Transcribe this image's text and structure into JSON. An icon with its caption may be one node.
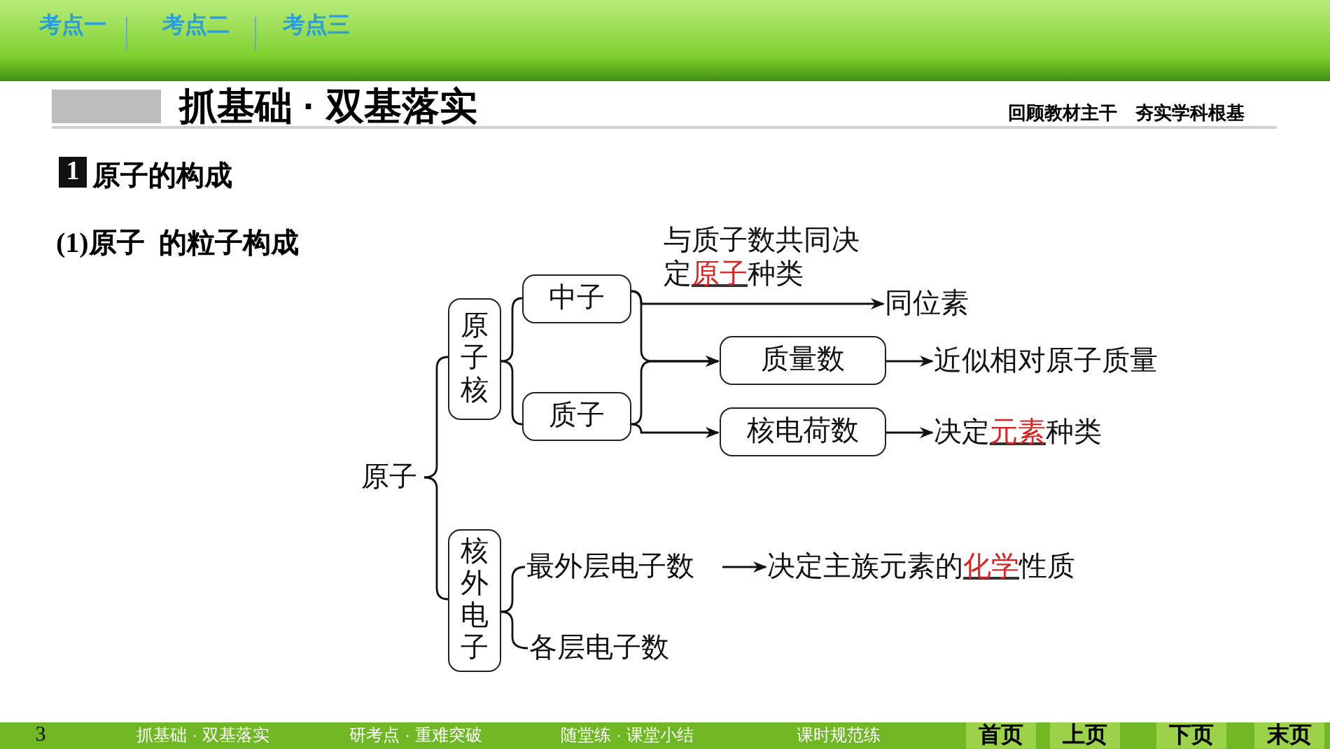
{
  "diagram": {
    "nodes": [
      {
        "text": [
          "原子"
        ]
      },
      {
        "text": [
          "原子核"
        ]
      },
      {
        "text": [
          "核外电子"
        ]
      },
      {
        "text": [
          "中子"
        ]
      },
      {
        "text": [
          "质子"
        ]
      },
      {
        "text": [
          "质量数"
        ]
      },
      {
        "text": [
          "核电荷数"
        ]
      },
      {
        "text": [
          "同位素"
        ]
      },
      {
        "text": [
          "近似相对原子质量"
        ]
      },
      {
        "text": [
          "决定**元素**种类"
        ]
      },
      {
        "text": [
          "最外层电子数"
        ]
      },
      {
        "text": [
          "决定主族元素的**化学**性质"
        ]
      },
      {
        "text": [
          "各层电子数"
        ]
      }
    ],
    "edges": [
      {
        "from": 0,
        "to": 1,
        "arrow": "none"
      },
      {
        "from": 0,
        "to": 2,
        "arrow": "none"
      },
      {
        "from": 1,
        "to": 3,
        "arrow": "none"
      },
      {
        "from": 1,
        "to": 4,
        "arrow": "none"
      },
      {
        "from": 3,
        "to": 7,
        "arrow": "to",
        "label": "与质子数共同决定**原子**种类"
      },
      {
        "from": 3,
        "to": 5,
        "arrow": "to"
      },
      {
        "from": 4,
        "to": 5,
        "arrow": "to"
      },
      {
        "from": 4,
        "to": 6,
        "arrow": "to"
      },
      {
        "from": 5,
        "to": 8,
        "arrow": "to"
      },
      {
        "from": 6,
        "to": 9,
        "arrow": "to"
      },
      {
        "from": 2,
        "to": 10,
        "arrow": "none"
      },
      {
        "from": 2,
        "to": 12,
        "arrow": "none"
      },
      {
        "from": 10,
        "to": 11,
        "arrow": "to"
      }
    ],
    "labels": [
      "考点一",
      "考点二",
      "考点三",
      "抓基础 · 双基落实",
      "回顾教材主干　夯实学科根基",
      "1",
      "原子的构成",
      "(1)原子  的粒子构成",
      "3",
      "抓基础 · 双基落实",
      "研考点 · 重难突破",
      "随堂练 · 课堂小结",
      "课时规范练",
      "首页",
      "上页",
      "下页",
      "末页"
    ]
  }
}
